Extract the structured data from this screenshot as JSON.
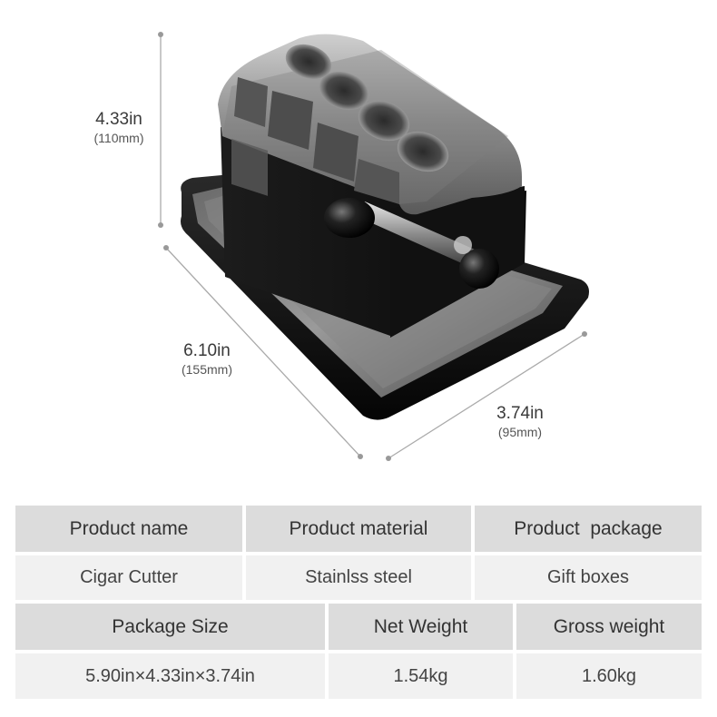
{
  "dimensions": {
    "height": {
      "main": "4.33in",
      "sub": "(110mm)"
    },
    "length": {
      "main": "6.10in",
      "sub": "(155mm)"
    },
    "width": {
      "main": "3.74in",
      "sub": "(95mm)"
    }
  },
  "spec_table": {
    "row1_headers": [
      "Product name",
      "Product material",
      "Product  package"
    ],
    "row1_values": [
      "Cigar Cutter",
      "Stainlss steel",
      "Gift boxes"
    ],
    "row2_headers": [
      "Package Size",
      "Net Weight",
      "Gross weight"
    ],
    "row2_values": [
      "5.90in×4.33in×3.74in",
      "1.54kg",
      "1.60kg"
    ]
  }
}
